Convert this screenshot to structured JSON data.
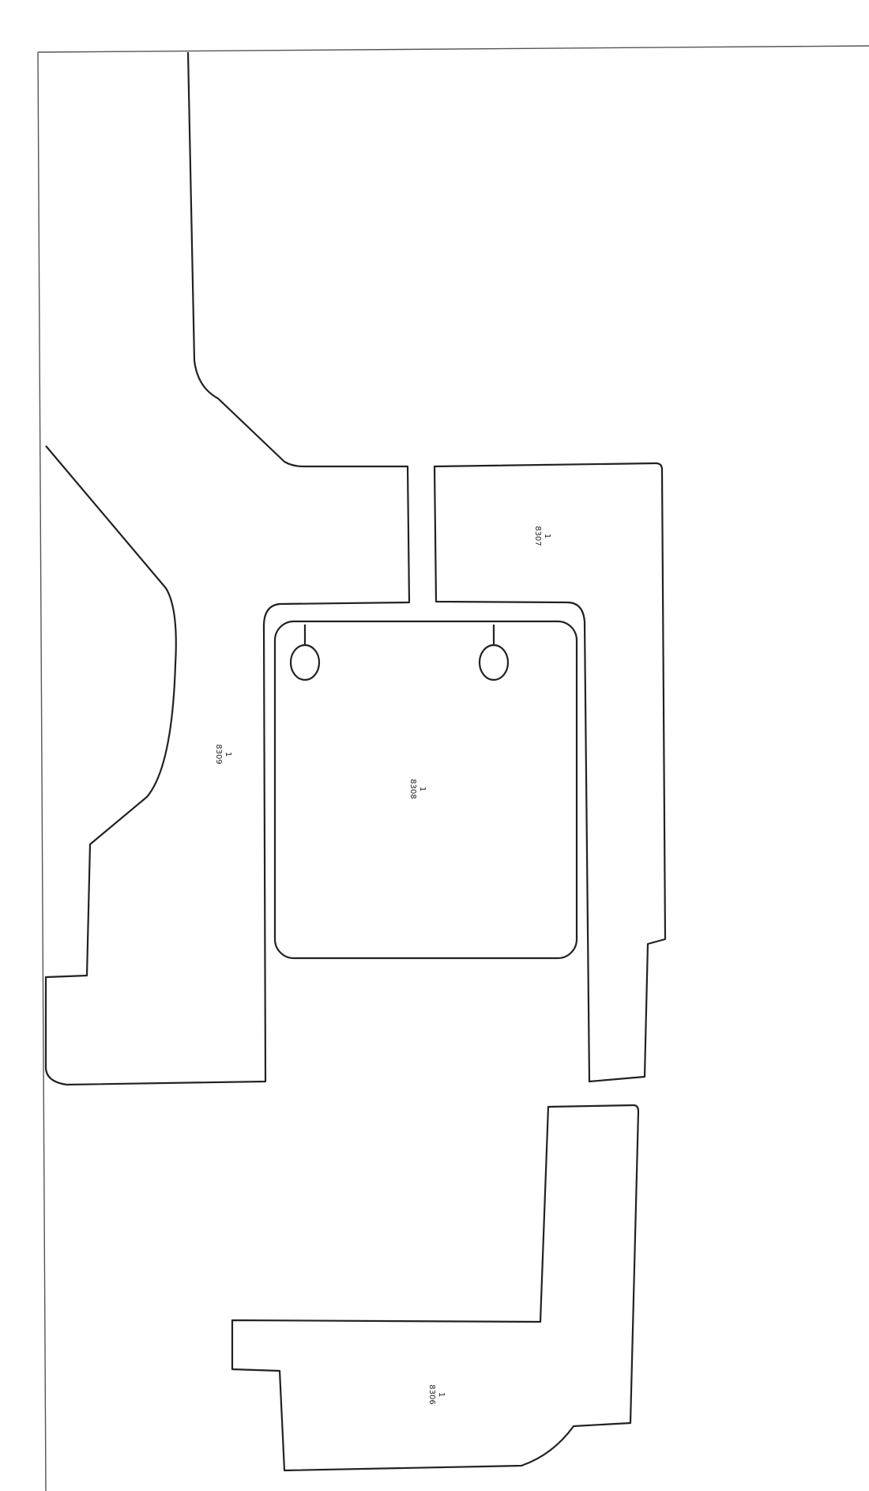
{
  "diagram": {
    "type": "pattern-layout",
    "labels": [
      {
        "id": "left-piece",
        "num": "1",
        "code": "8309"
      },
      {
        "id": "center-piece",
        "num": "1",
        "code": "8308"
      },
      {
        "id": "right-piece",
        "num": "1",
        "code": "8307"
      },
      {
        "id": "bottom-piece",
        "num": "1",
        "code": "8306"
      }
    ],
    "colors": {
      "stroke": "#222222",
      "background": "#ffffff"
    }
  }
}
